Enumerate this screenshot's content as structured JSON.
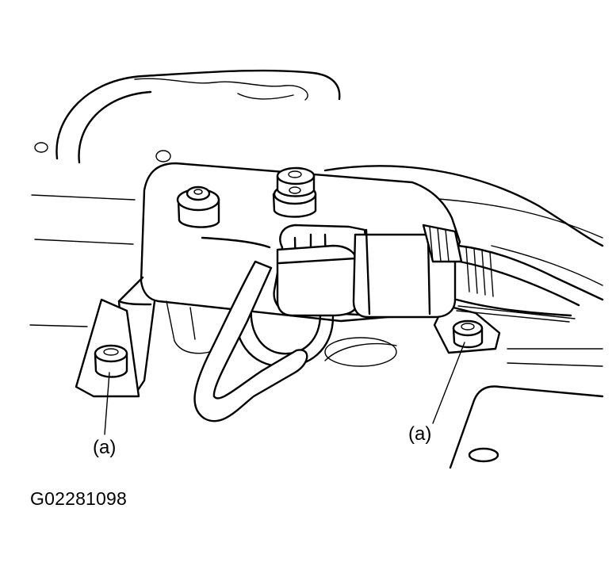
{
  "callouts": {
    "left": "(a)",
    "right": "(a)"
  },
  "figure_code": "G02281098"
}
